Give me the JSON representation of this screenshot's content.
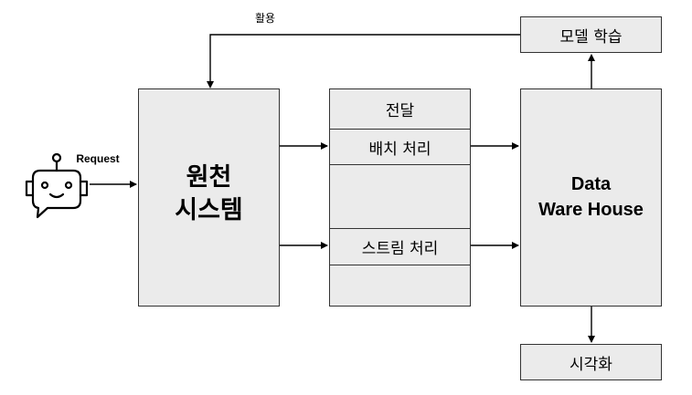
{
  "feedback_label": "활용",
  "request_label": "Request",
  "source_system": {
    "line1": "원천",
    "line2": "시스템"
  },
  "delivery": {
    "title": "전달",
    "batch": "배치 처리",
    "stream": "스트림 처리"
  },
  "warehouse": {
    "line1": "Data",
    "line2": "Ware House"
  },
  "model_training": "모델 학습",
  "visualization": "시각화",
  "colors": {
    "box_fill": "#ebebeb",
    "border": "#333333",
    "line": "#000000"
  }
}
